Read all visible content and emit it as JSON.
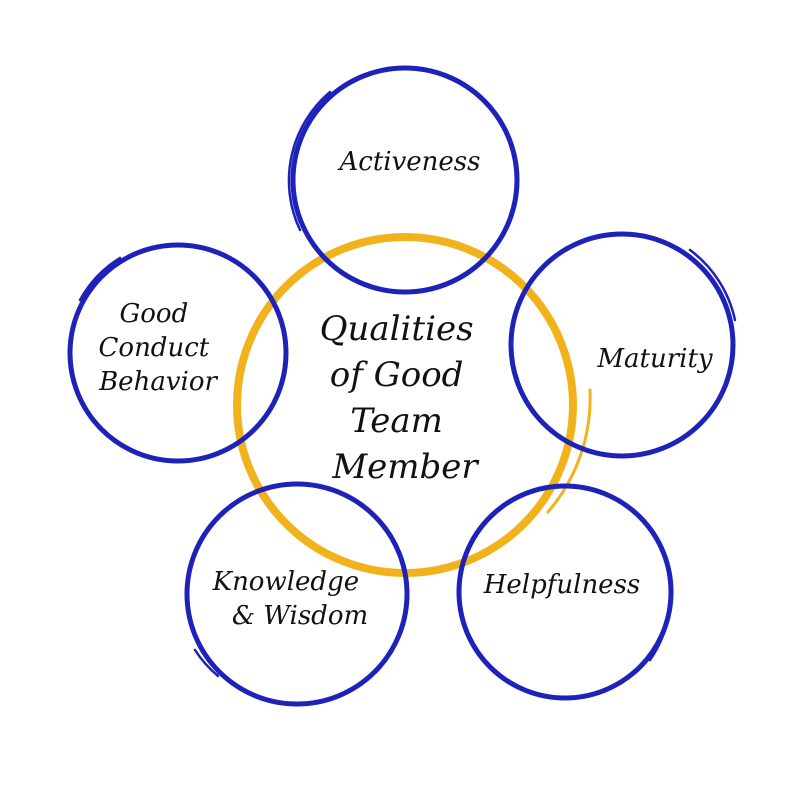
{
  "colors": {
    "ring": "#1f22b8",
    "center_ring": "#f2b21b",
    "text": "#111111",
    "background": "#ffffff"
  },
  "center": {
    "lines": [
      "Qualities",
      "of Good",
      "Team",
      "Member"
    ]
  },
  "nodes": [
    {
      "id": "activeness",
      "lines": [
        "Activeness"
      ]
    },
    {
      "id": "maturity",
      "lines": [
        "Maturity"
      ]
    },
    {
      "id": "helpfulness",
      "lines": [
        "Helpfulness"
      ]
    },
    {
      "id": "knowledge-wisdom",
      "lines": [
        "Knowledge",
        "& Wisdom"
      ]
    },
    {
      "id": "good-conduct",
      "lines": [
        "Good",
        "Conduct",
        "Behavior"
      ]
    }
  ]
}
